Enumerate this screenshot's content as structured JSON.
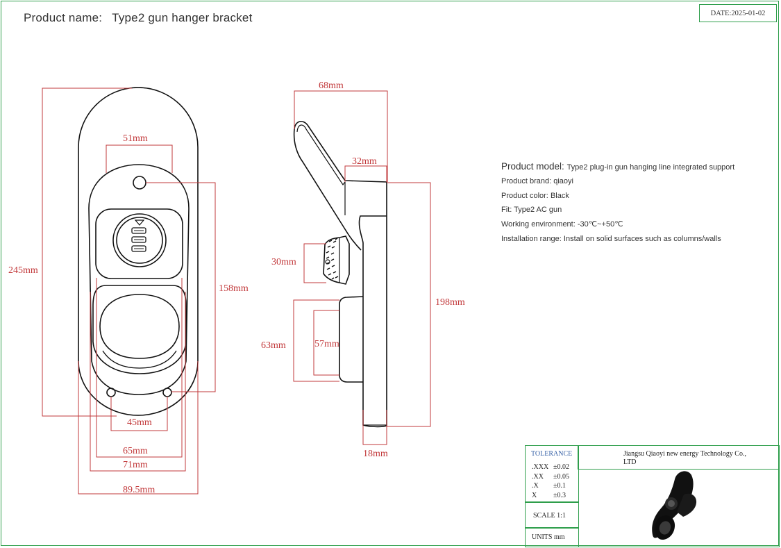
{
  "header": {
    "product_name_label": "Product name:",
    "product_name_value": "Type2 gun hanger bracket",
    "date": "DATE:2025-01-02"
  },
  "dimensions": {
    "front_height": "245mm",
    "front_top_width": "51mm",
    "front_hole_span": "158mm",
    "front_hole_spacing": "45mm",
    "front_width_65": "65mm",
    "front_width_71": "71mm",
    "front_total_width": "89.5mm",
    "side_depth": "68mm",
    "side_arm_width": "32mm",
    "side_knob_dia": "30mm",
    "side_height": "198mm",
    "side_cup_outer": "63mm",
    "side_cup_inner": "57mm",
    "side_base_thickness": "18mm"
  },
  "specs": [
    {
      "label": "Product model:",
      "value": "Type2 plug-in gun hanging line integrated support"
    },
    {
      "label": "Product brand:",
      "value": "qiaoyi"
    },
    {
      "label": "Product color:",
      "value": "Black"
    },
    {
      "label": "Fit:",
      "value": "Type2 AC gun"
    },
    {
      "label": "Working environment:",
      "value": "-30℃~+50℃"
    },
    {
      "label": "Installation range:",
      "value": "Install on solid surfaces such as columns/walls"
    }
  ],
  "title_block": {
    "tolerance_title": "TOLERANCE",
    "tolerances": [
      {
        "spec": ".XXX",
        "value": "±0.02"
      },
      {
        "spec": ".XX",
        "value": "±0.05"
      },
      {
        "spec": ".X",
        "value": "±0.1"
      },
      {
        "spec": "X",
        "value": "±0.3"
      }
    ],
    "scale": "SCALE  1:1",
    "units": "UNITS   mm",
    "company": "Jiangsu Qiaoyi new energy Technology Co., LTD"
  },
  "colors": {
    "frame": "#2e9e4b",
    "dimension": "#c2393b",
    "outline": "#111111"
  }
}
